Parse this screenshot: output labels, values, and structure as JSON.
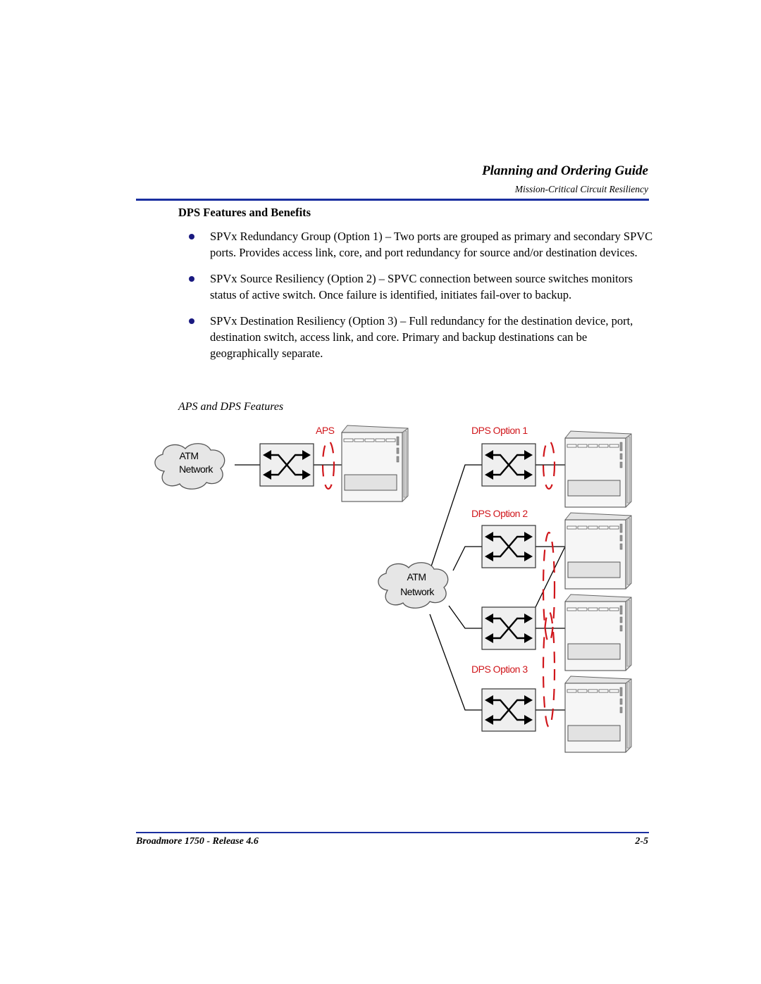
{
  "header": {
    "title": "Planning and Ordering Guide",
    "subtitle": "Mission-Critical Circuit Resiliency"
  },
  "section": {
    "heading": "DPS Features and Benefits",
    "bullets": [
      "SPVx Redundancy Group (Option 1) – Two ports are grouped as primary and secondary SPVC ports. Provides access link, core, and port redundancy for source and/or destination devices.",
      "SPVx Source Resiliency (Option 2) – SPVC connection between source switches monitors status of active switch. Once failure is identified, initiates fail-over to backup.",
      "SPVx Destination Resiliency (Option 3) – Full redundancy for the destination device, port, destination switch, access link, and core. Primary and backup destinations can be geographically separate."
    ]
  },
  "figure": {
    "caption": "APS and DPS Features",
    "labels": {
      "aps": "APS",
      "dps_option_1": "DPS Option 1",
      "dps_option_2": "DPS Option 2",
      "dps_option_3": "DPS Option 3",
      "cloud_1_line1": "ATM",
      "cloud_1_line2": "Network",
      "cloud_2_line1": "ATM",
      "cloud_2_line2": "Network"
    },
    "colors": {
      "accent_red": "#d0161b",
      "rule_blue": "#1a2fa0"
    },
    "icons": [
      "cloud-icon",
      "switch-icon",
      "chassis-icon"
    ]
  },
  "footer": {
    "left": "Broadmore 1750 - Release 4.6",
    "right": "2-5"
  }
}
